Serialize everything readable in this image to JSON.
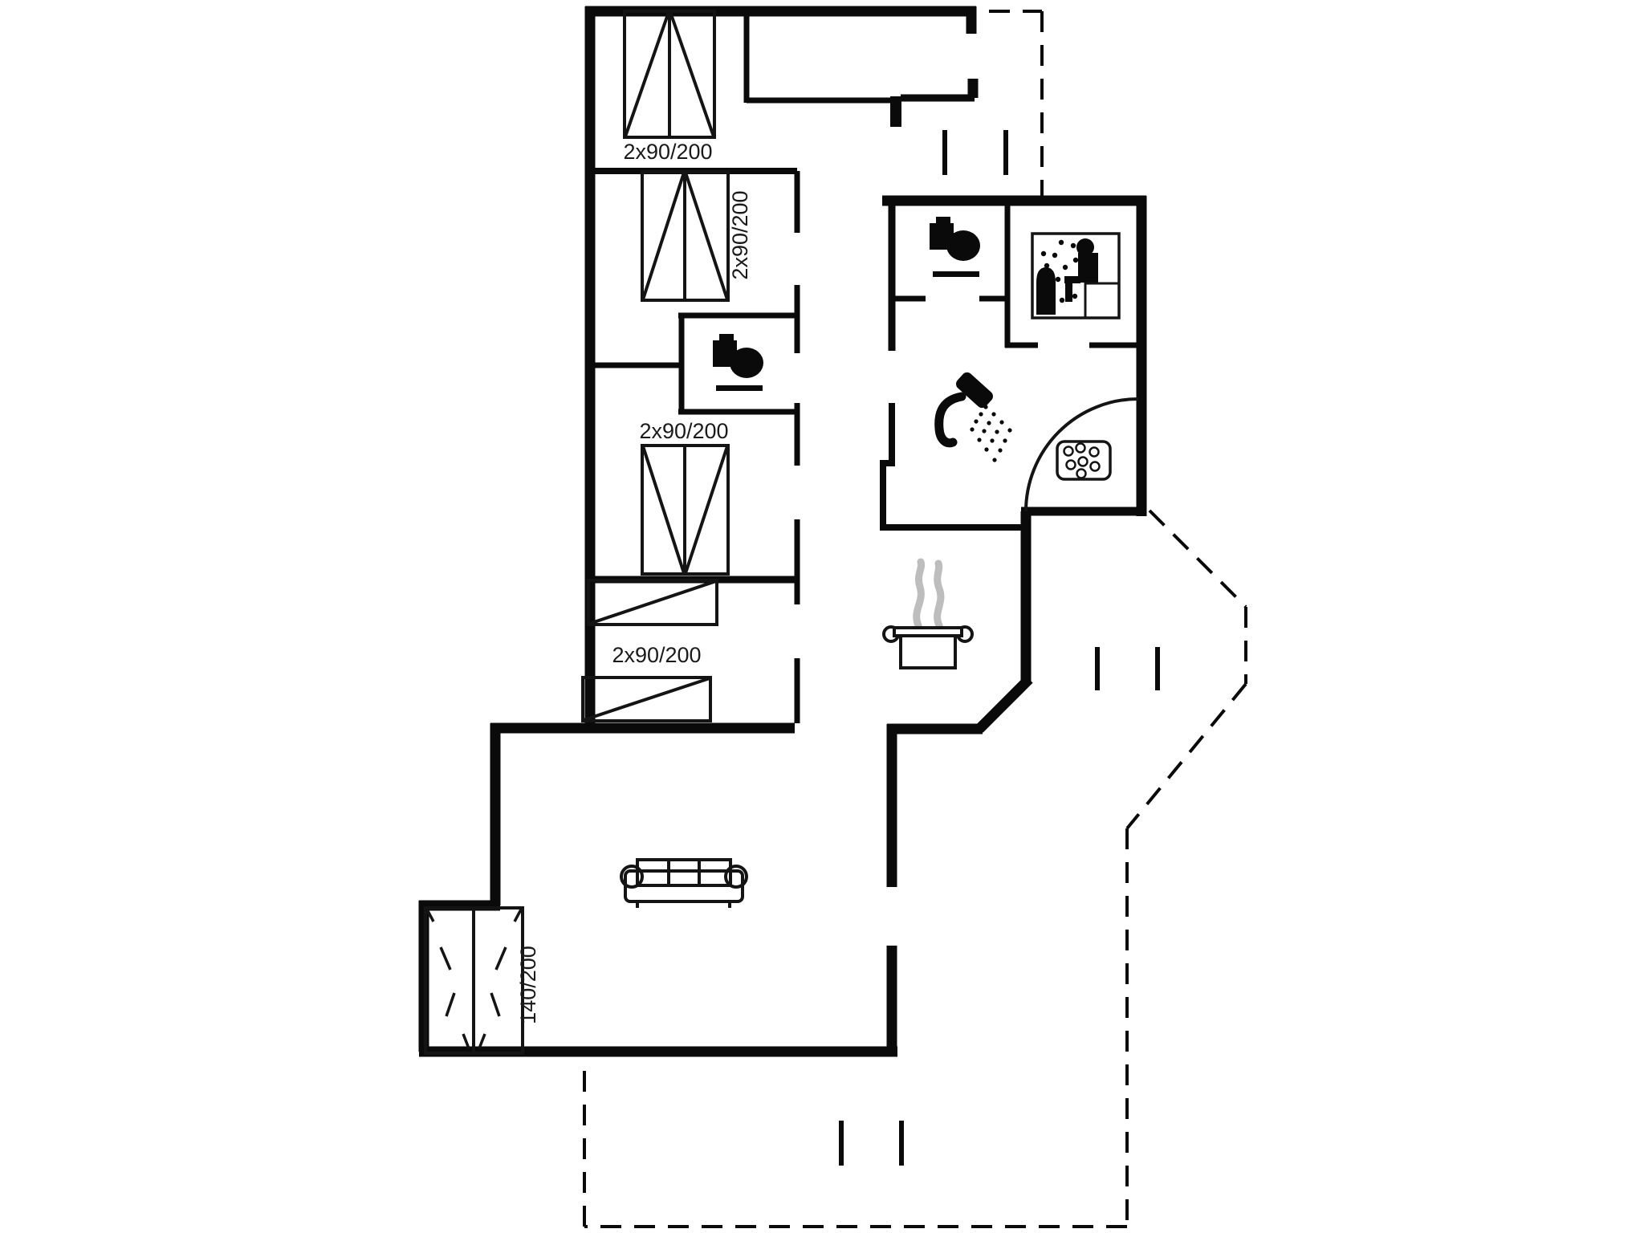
{
  "document": {
    "type": "floor-plan",
    "background_color": "#ffffff"
  },
  "colors": {
    "walls": "#0a0a0a",
    "furniture": "#141414",
    "steam": "#bdbdbd",
    "text": "#1a1a1a"
  },
  "labels": {
    "bed_top": "2x90/200",
    "bed_upper_vertical": "2x90/200",
    "bed_middle": "2x90/200",
    "bunk_beds": "2x90/200",
    "double_bed": "140/200"
  },
  "icons": [
    {
      "name": "toilet-icon",
      "count": 2
    },
    {
      "name": "sauna-icon",
      "count": 1
    },
    {
      "name": "shower-icon",
      "count": 1
    },
    {
      "name": "washbasin-icon",
      "count": 1
    },
    {
      "name": "cooking-pot-icon",
      "count": 1
    },
    {
      "name": "steam-icon",
      "count": 2
    },
    {
      "name": "sofa-icon",
      "count": 1
    },
    {
      "name": "single-bed-icon",
      "count": 3
    },
    {
      "name": "bunk-bed-icon",
      "count": 2
    },
    {
      "name": "double-bed-icon",
      "count": 1
    },
    {
      "name": "door-swing-arc",
      "count": 1
    },
    {
      "name": "step-marks",
      "count": 3
    },
    {
      "name": "terrace-dashed-outline",
      "count": 2
    }
  ]
}
